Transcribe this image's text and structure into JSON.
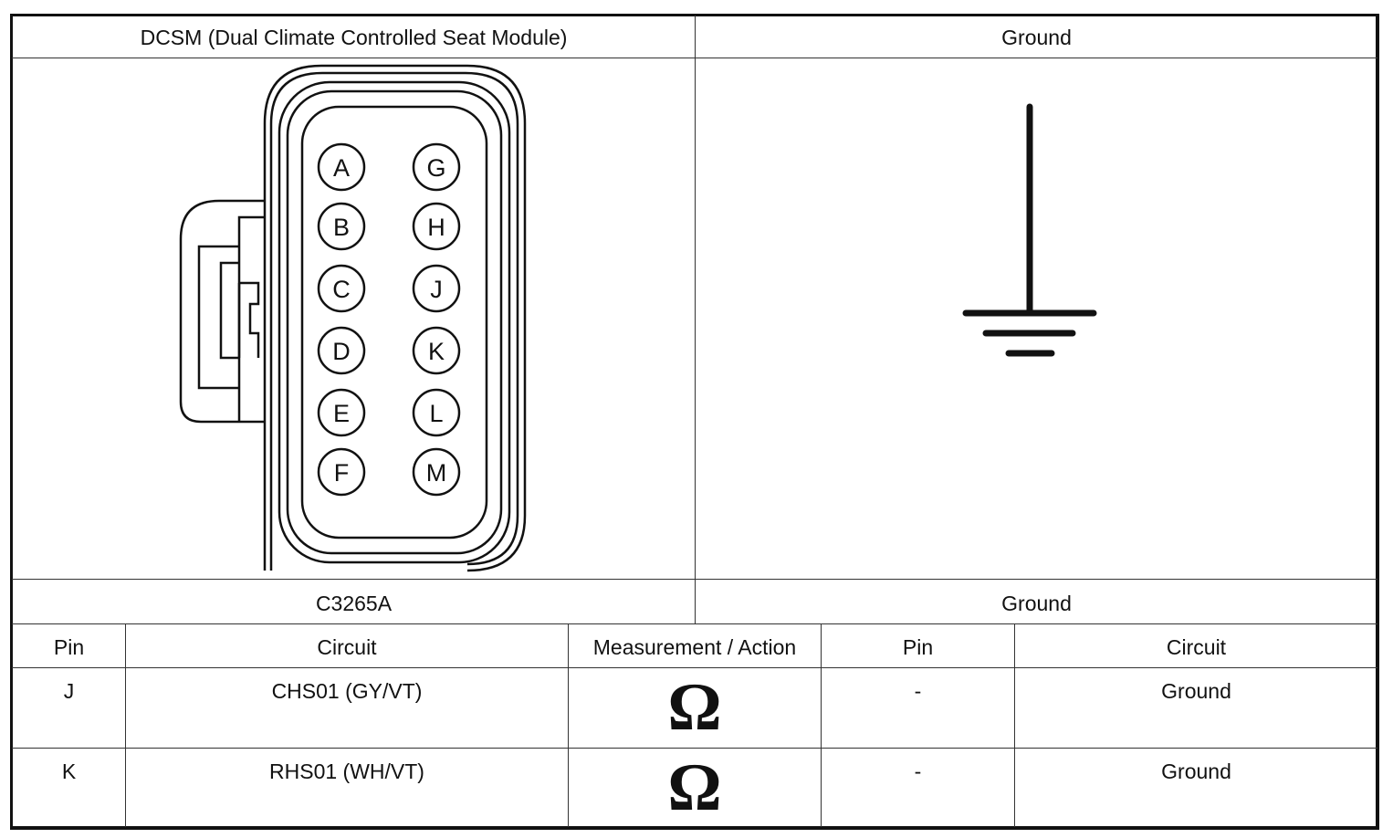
{
  "header": {
    "left_title": "DCSM (Dual Climate Controlled Seat Module)",
    "right_title": "Ground"
  },
  "connector": {
    "pins_left": [
      "A",
      "B",
      "C",
      "D",
      "E",
      "F"
    ],
    "pins_right": [
      "G",
      "H",
      "J",
      "K",
      "L",
      "M"
    ]
  },
  "captions": {
    "left": "C3265A",
    "right": "Ground"
  },
  "table": {
    "headers": [
      "Pin",
      "Circuit",
      "Measurement / Action",
      "Pin",
      "Circuit"
    ],
    "rows": [
      {
        "pin": "J",
        "circuit": "CHS01 (GY/VT)",
        "measurement_symbol": "Ω",
        "pin2": "-",
        "circuit2": "Ground"
      },
      {
        "pin": "K",
        "circuit": "RHS01 (WH/VT)",
        "measurement_symbol": "Ω",
        "pin2": "-",
        "circuit2": "Ground"
      }
    ]
  }
}
